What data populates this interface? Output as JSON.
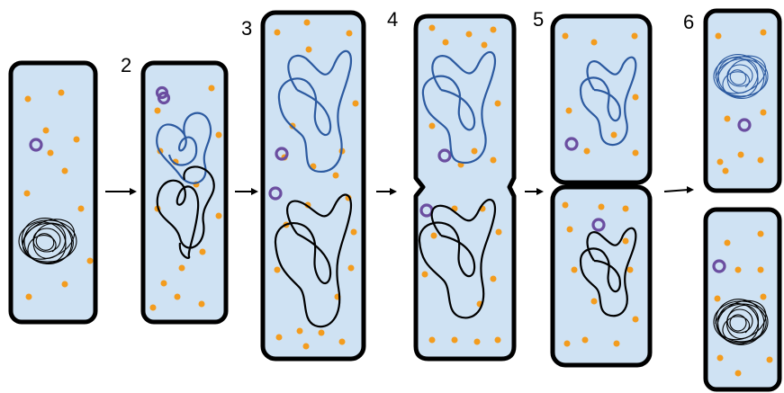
{
  "steps": [
    {
      "label": ""
    },
    {
      "label": "2"
    },
    {
      "label": "3"
    },
    {
      "label": "4"
    },
    {
      "label": "5"
    },
    {
      "label": "6"
    }
  ],
  "colors": {
    "cytoplasm": "#cfe2f3",
    "membrane": "#000000",
    "ribosome": "#f39c1e",
    "plasmid": "#6b4ea0",
    "replicated_dna": "#2c5aa0",
    "original_dna": "#000000"
  }
}
